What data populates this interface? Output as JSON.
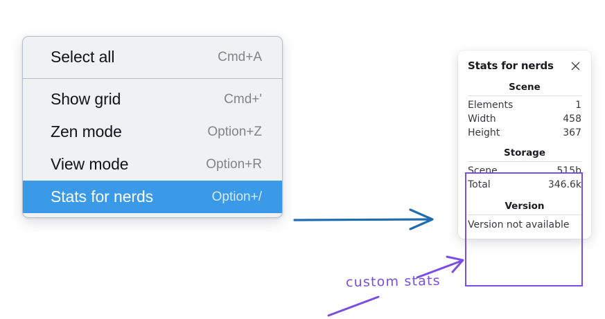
{
  "context_menu": {
    "groups": [
      {
        "items": [
          {
            "label": "Select all",
            "shortcut": "Cmd+A",
            "selected": false
          }
        ]
      },
      {
        "items": [
          {
            "label": "Show grid",
            "shortcut": "Cmd+'",
            "selected": false
          },
          {
            "label": "Zen mode",
            "shortcut": "Option+Z",
            "selected": false
          },
          {
            "label": "View mode",
            "shortcut": "Option+R",
            "selected": false
          },
          {
            "label": "Stats for nerds",
            "shortcut": "Option+/",
            "selected": true
          }
        ]
      }
    ],
    "highlight_color": "#3b9ae8"
  },
  "stats_panel": {
    "title": "Stats for nerds",
    "close_icon": "close-icon",
    "sections": [
      {
        "name": "Scene",
        "heading": "Scene",
        "rows": [
          {
            "label": "Elements",
            "value": "1"
          },
          {
            "label": "Width",
            "value": "458"
          },
          {
            "label": "Height",
            "value": "367"
          }
        ]
      },
      {
        "name": "Storage",
        "heading": "Storage",
        "rows": [
          {
            "label": "Scene",
            "value": "515b"
          },
          {
            "label": "Total",
            "value": "346.6k"
          }
        ]
      },
      {
        "name": "Version",
        "heading": "Version",
        "single_line": "Version not available"
      }
    ]
  },
  "annotations": {
    "handwritten_label": "custom stats",
    "annotation_color": "#7a4ee0",
    "pointer_arrow_color": "#1f6cb0"
  }
}
